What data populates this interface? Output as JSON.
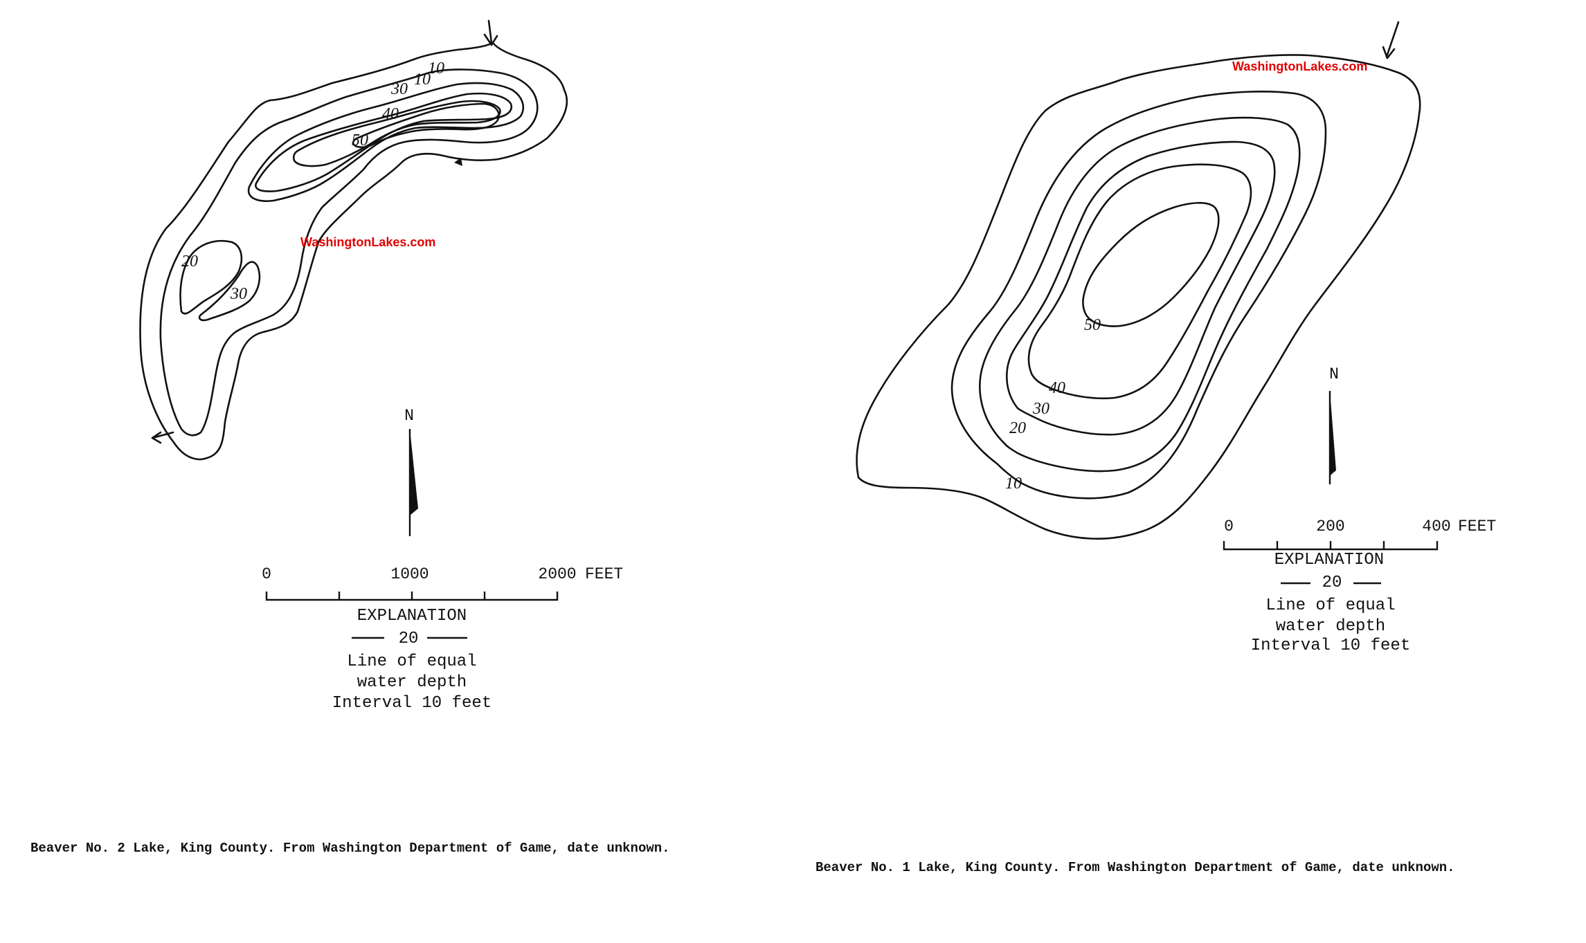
{
  "watermark": "WashingtonLakes.com",
  "colors": {
    "ink": "#111111",
    "watermark": "#e00000",
    "background": "#ffffff"
  },
  "map_left": {
    "depth_labels": [
      "10",
      "10",
      "30",
      "40",
      "50",
      "20",
      "30"
    ],
    "north_label": "N",
    "scale": {
      "ticks": [
        "0",
        "1000",
        "2000"
      ],
      "unit": "FEET"
    },
    "explanation": {
      "title": "EXPLANATION",
      "symbol_value": "20",
      "line1": "Line of equal",
      "line2": "water depth",
      "line3": "Interval 10 feet"
    },
    "caption": "Beaver No. 2 Lake, King County.  From Washington Department of Game, date unknown."
  },
  "map_right": {
    "depth_labels": [
      "50",
      "40",
      "30",
      "20",
      "10"
    ],
    "north_label": "N",
    "scale": {
      "ticks": [
        "0",
        "200",
        "400"
      ],
      "unit": "FEET"
    },
    "explanation": {
      "title": "EXPLANATION",
      "symbol_value": "20",
      "line1": "Line of equal",
      "line2": "water depth",
      "line3": "Interval 10 feet"
    },
    "caption": "Beaver No. 1 Lake, King County.  From Washington Department of Game, date unknown."
  }
}
